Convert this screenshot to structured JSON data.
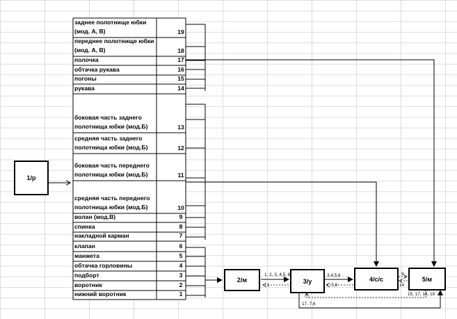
{
  "parts": [
    {
      "label": "заднее полотнище юбки (мод. А, В)",
      "num": "19"
    },
    {
      "label": "переднее полотнище юбки (мод. А, В)",
      "num": "18"
    },
    {
      "label": "полочка",
      "num": "17"
    },
    {
      "label": "обтачка рукава",
      "num": "16"
    },
    {
      "label": "погоны",
      "num": "15"
    },
    {
      "label": "рукава",
      "num": "14"
    },
    {
      "label": "боковая часть заднего полотнища юбки (мод.Б)",
      "num": "13"
    },
    {
      "label": "средняя часть заднего полотнища юбки (мод.Б)",
      "num": "12"
    },
    {
      "label": "боковая часть переднего полотнища юбки (мод.Б)",
      "num": "11"
    },
    {
      "label": "средняя часть переднего полотнища юбки (мод.Б)",
      "num": "10"
    },
    {
      "label": "волан (мод.В)",
      "num": "9"
    },
    {
      "label": "спинка",
      "num": "8"
    },
    {
      "label": "накладной карман",
      "num": "7"
    },
    {
      "label": "клапан",
      "num": "6"
    },
    {
      "label": "манжета",
      "num": "5"
    },
    {
      "label": "обтачка горловины",
      "num": "4"
    },
    {
      "label": "подборт",
      "num": "3"
    },
    {
      "label": "воротник",
      "num": "2"
    },
    {
      "label": "нижний воротник",
      "num": "1"
    }
  ],
  "nodes": {
    "n1": "1/р",
    "n2": "2/м",
    "n3": "3/у",
    "n4": "4/с/с",
    "n5": "5/м"
  },
  "annotations": {
    "a23": "1, 2, 3, 4,5, 6",
    "a32": "1",
    "a34": "3,4,5,6",
    "a43": "7,8",
    "a45": "9",
    "a54": "14",
    "a53": "15, 17, 18, 19",
    "a3bottom": "17, 7,6"
  }
}
